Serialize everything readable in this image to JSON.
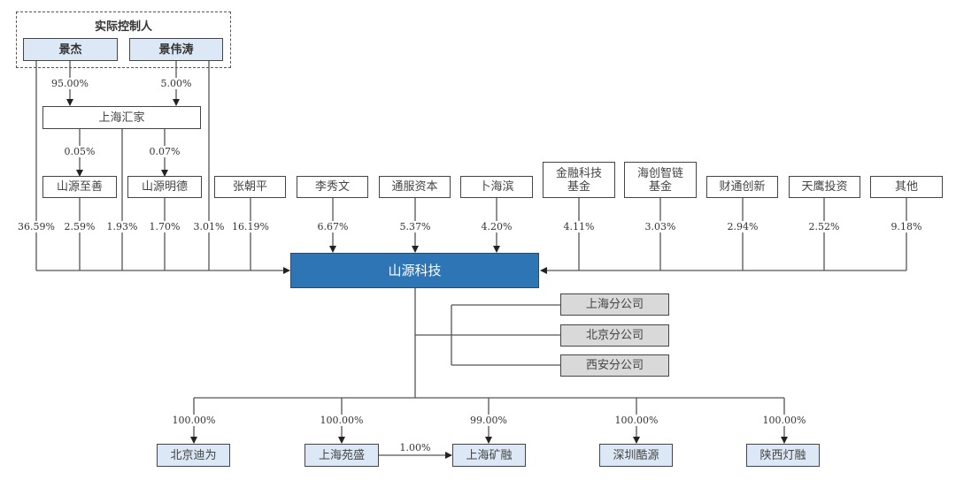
{
  "controller_group": {
    "title": "实际控制人",
    "persons": [
      {
        "name": "景杰"
      },
      {
        "name": "景伟涛"
      }
    ]
  },
  "holding_platform": {
    "name": "上海汇家",
    "owners": [
      {
        "owner": "景杰",
        "pct": "95.00%"
      },
      {
        "owner": "景伟涛",
        "pct": "5.00%"
      }
    ]
  },
  "esop_platforms": [
    {
      "name": "山源至善",
      "from_huijia_pct": "0.05%"
    },
    {
      "name": "山源明德",
      "from_huijia_pct": "0.07%"
    }
  ],
  "shareholders": [
    {
      "name": "景杰",
      "pct": "36.59%"
    },
    {
      "name": "山源至善",
      "pct": "2.59%"
    },
    {
      "name": "上海汇家",
      "pct": "1.93%"
    },
    {
      "name": "山源明德",
      "pct": "1.70%"
    },
    {
      "name": "景伟涛",
      "pct": "3.01%"
    },
    {
      "name": "张朝平",
      "pct": "16.19%"
    },
    {
      "name": "李秀文",
      "pct": "6.67%"
    },
    {
      "name": "通服资本",
      "pct": "5.37%"
    },
    {
      "name": "卜海滨",
      "pct": "4.20%"
    },
    {
      "name": "金融科技\n基金",
      "pct": "4.11%"
    },
    {
      "name": "海创智链\n基金",
      "pct": "3.03%"
    },
    {
      "name": "财通创新",
      "pct": "2.94%"
    },
    {
      "name": "天鹰投资",
      "pct": "2.52%"
    },
    {
      "name": "其他",
      "pct": "9.18%"
    }
  ],
  "company": {
    "name": "山源科技"
  },
  "branches": [
    {
      "name": "上海分公司"
    },
    {
      "name": "北京分公司"
    },
    {
      "name": "西安分公司"
    }
  ],
  "subsidiaries": [
    {
      "name": "北京迪为",
      "pct": "100.00%"
    },
    {
      "name": "上海苑盛",
      "pct": "100.00%"
    },
    {
      "name": "上海矿融",
      "pct": "99.00%"
    },
    {
      "name": "深圳酷源",
      "pct": "100.00%"
    },
    {
      "name": "陕西灯融",
      "pct": "100.00%"
    }
  ],
  "cross_holding": {
    "from": "上海苑盛",
    "to": "上海矿融",
    "pct": "1.00%"
  },
  "colors": {
    "company_fill": "#2e75b6",
    "controller_fill": "#dce8f5",
    "subsidiary_fill": "#dce8f5",
    "branch_fill": "#d9d9d9",
    "line": "#555555"
  }
}
